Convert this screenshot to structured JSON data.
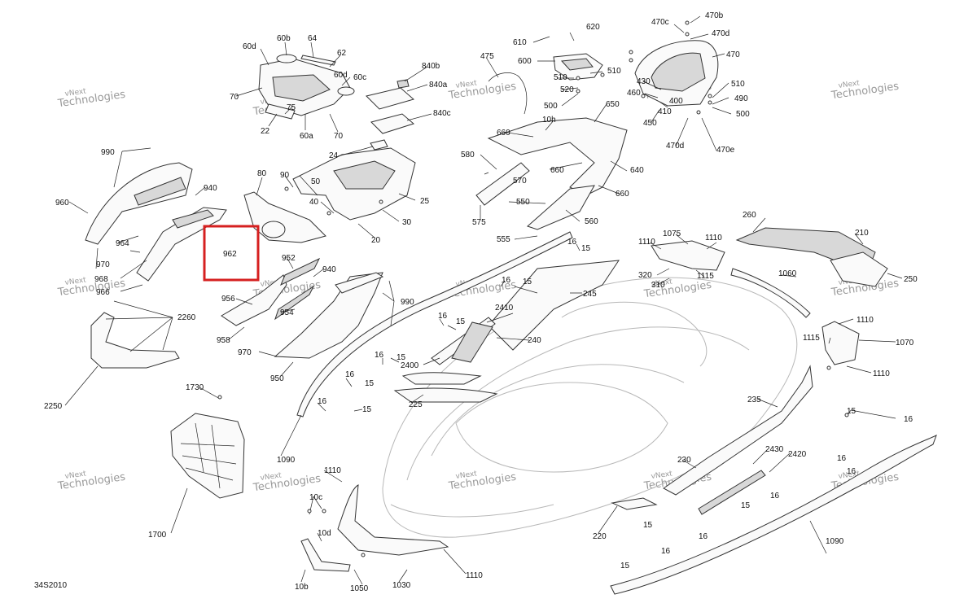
{
  "figure": {
    "code": "34S2010",
    "highlighted_callout": "962"
  },
  "watermark": {
    "line1": "vNext",
    "line2": "Technologies"
  },
  "callouts": [
    "60d",
    "60b",
    "64",
    "62",
    "60d",
    "60c",
    "70",
    "75",
    "22",
    "60a",
    "70",
    "840b",
    "840a",
    "840c",
    "475",
    "610",
    "620",
    "600",
    "510",
    "520",
    "500",
    "510",
    "470c",
    "470b",
    "470d",
    "470",
    "430",
    "460",
    "400",
    "410",
    "450",
    "510",
    "490",
    "500",
    "470d",
    "470e",
    "650",
    "660",
    "10h",
    "660",
    "640",
    "660",
    "580",
    "570",
    "550",
    "560",
    "575",
    "555",
    "990",
    "960",
    "940",
    "964",
    "970",
    "968",
    "966",
    "80",
    "90",
    "50",
    "24",
    "40",
    "25",
    "30",
    "20",
    "962",
    "952",
    "940",
    "956",
    "954",
    "990",
    "958",
    "970",
    "950",
    "2260",
    "2250",
    "1730",
    "1700",
    "1110",
    "1075",
    "1110",
    "320",
    "310",
    "1115",
    "260",
    "210",
    "250",
    "1060",
    "1110",
    "1115",
    "1070",
    "1110",
    "16",
    "15",
    "245",
    "16",
    "15",
    "16",
    "15",
    "2410",
    "240",
    "2400",
    "16",
    "15",
    "225",
    "16",
    "15",
    "16",
    "15",
    "1090",
    "1110",
    "10c",
    "10d",
    "10b",
    "1050",
    "1030",
    "1110",
    "235",
    "230",
    "2430",
    "2420",
    "220",
    "15",
    "16",
    "16",
    "15",
    "16",
    "15",
    "16",
    "16",
    "15",
    "16",
    "1090"
  ]
}
